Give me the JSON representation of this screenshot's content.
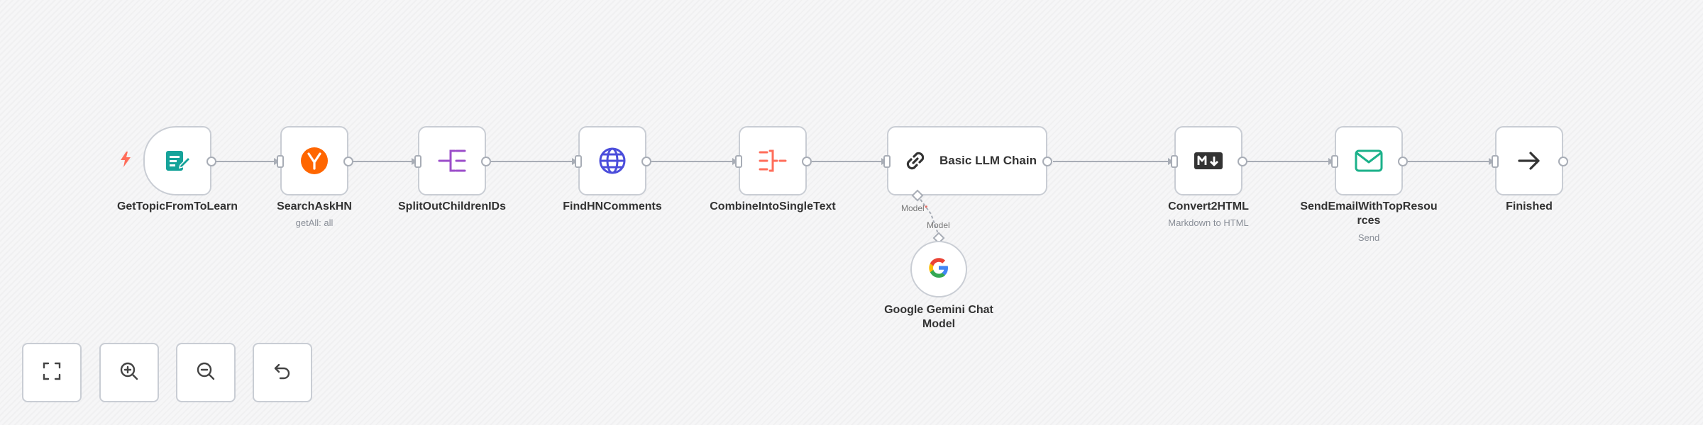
{
  "canvas": {
    "background": "#f6f6f7",
    "edge_color": "#a8adb6",
    "node_border": "#c9cdd4"
  },
  "workflow": {
    "nodes": [
      {
        "id": "get-topic",
        "label": "GetTopicFromToLearn",
        "subtitle": "",
        "icon": "form-edit-icon",
        "icon_color": "#16a39a",
        "trigger": true
      },
      {
        "id": "search-ask-hn",
        "label": "SearchAskHN",
        "subtitle": "getAll: all",
        "icon": "hacker-news-icon",
        "icon_color": "#ff6600"
      },
      {
        "id": "split-out-children",
        "label": "SplitOutChildrenIDs",
        "subtitle": "",
        "icon": "split-out-icon",
        "icon_color": "#9b4dca"
      },
      {
        "id": "find-hn-comments",
        "label": "FindHNComments",
        "subtitle": "",
        "icon": "globe-icon",
        "icon_color": "#4b4ddb"
      },
      {
        "id": "combine-single-text",
        "label": "CombineIntoSingleText",
        "subtitle": "",
        "icon": "aggregate-icon",
        "icon_color": "#ff6d5a"
      },
      {
        "id": "basic-llm-chain",
        "label": "Basic LLM Chain",
        "subtitle": "",
        "icon": "link-icon",
        "icon_color": "#333333"
      },
      {
        "id": "convert-html",
        "label": "Convert2HTML",
        "subtitle": "Markdown to HTML",
        "icon": "markdown-icon",
        "icon_color": "#333333"
      },
      {
        "id": "send-email",
        "label": "SendEmailWithTopResou rces",
        "subtitle": "Send",
        "icon": "email-icon",
        "icon_color": "#1bb18a"
      },
      {
        "id": "finished",
        "label": "Finished",
        "subtitle": "",
        "icon": "arrow-right-icon",
        "icon_color": "#333333"
      }
    ],
    "sub_node": {
      "label": "Google Gemini Chat Model",
      "icon": "google-icon",
      "connector_label": "Model",
      "required_marker": "*",
      "link_label": "Model"
    }
  },
  "controls": [
    {
      "name": "fit-view-button",
      "icon": "fit-view-icon"
    },
    {
      "name": "zoom-in-button",
      "icon": "zoom-in-icon"
    },
    {
      "name": "zoom-out-button",
      "icon": "zoom-out-icon"
    },
    {
      "name": "reset-zoom-button",
      "icon": "undo-icon"
    }
  ],
  "trigger_icon": "lightning-icon"
}
